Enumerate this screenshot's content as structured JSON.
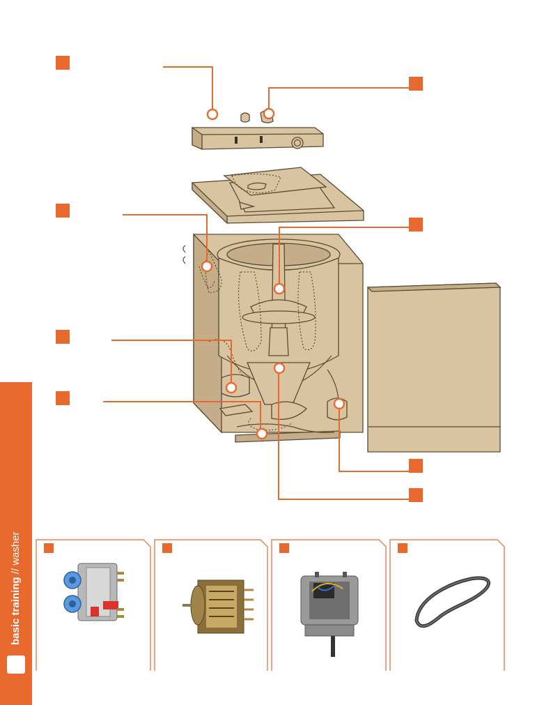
{
  "sidebar": {
    "label_bold": "basic training",
    "label_rest": " // washer"
  },
  "colors": {
    "accent": "#e8692e",
    "beige": "#d9c4a2",
    "beige_dark": "#b9a27c",
    "outline": "#5a4a33"
  },
  "parts_photos": [
    {
      "name": "water-valve"
    },
    {
      "name": "timer"
    },
    {
      "name": "motor"
    },
    {
      "name": "drive-belt"
    }
  ]
}
